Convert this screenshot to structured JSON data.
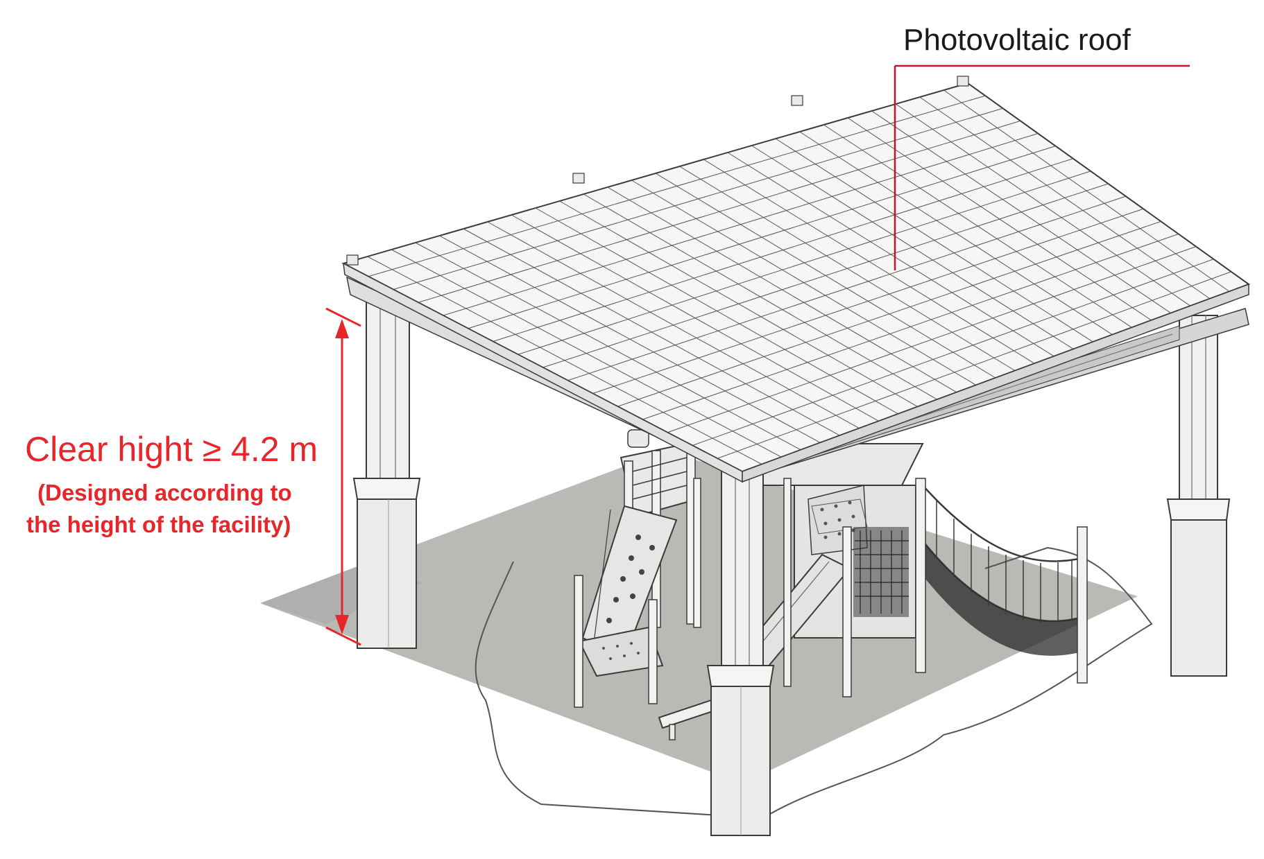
{
  "annotations": {
    "roof_label": "Photovoltaic roof",
    "height_label": "Clear hight ≥ 4.2 m",
    "height_note_line1": "(Designed according to",
    "height_note_line2": "the height of the facility)"
  },
  "colors": {
    "annotation": "#e8262a",
    "leader_line": "#c8102e",
    "ground_shadow": "#b8b8b5",
    "structure_fill": "#efefed",
    "structure_stroke": "#3a3a3a",
    "text_dark": "#1a1a1a"
  }
}
